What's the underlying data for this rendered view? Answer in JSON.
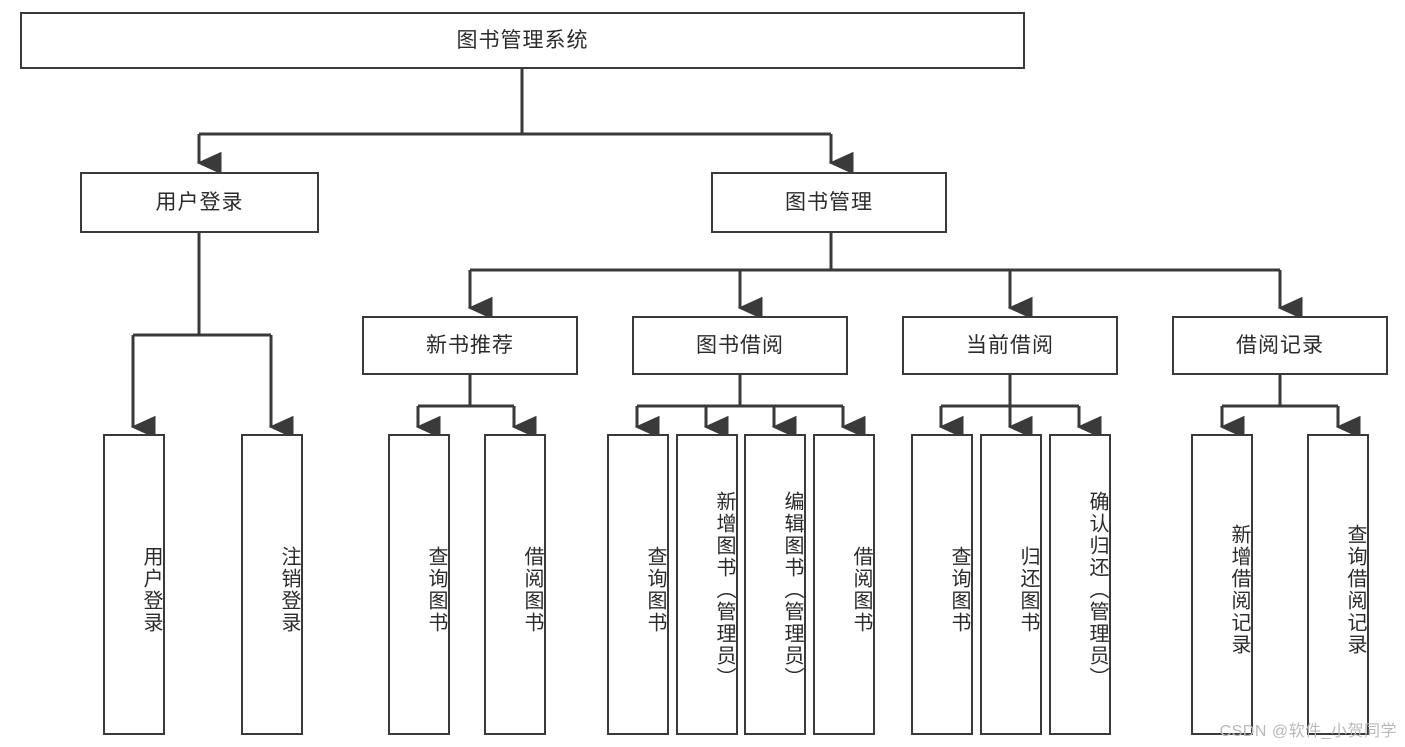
{
  "diagram": {
    "type": "tree",
    "title": "图书管理系统",
    "watermark": "CSDN @软件_小贺同学",
    "colors": {
      "background": "#ffffff",
      "node_border": "#3a3a3a",
      "node_fill": "#ffffff",
      "edge": "#3a3a3a",
      "text": "#2b2b2b",
      "watermark": "#b9b9b9"
    },
    "root": {
      "label": "图书管理系统",
      "orientation": "horizontal"
    },
    "level2": [
      {
        "label": "用户登录",
        "orientation": "horizontal"
      },
      {
        "label": "图书管理",
        "orientation": "horizontal"
      }
    ],
    "level3": [
      {
        "label": "新书推荐",
        "orientation": "horizontal"
      },
      {
        "label": "图书借阅",
        "orientation": "horizontal"
      },
      {
        "label": "当前借阅",
        "orientation": "horizontal"
      },
      {
        "label": "借阅记录",
        "orientation": "horizontal"
      }
    ],
    "leaves": {
      "user_login": [
        {
          "label": "用户登录",
          "orientation": "vertical"
        },
        {
          "label": "注销登录",
          "orientation": "vertical"
        }
      ],
      "new_book_recommend": [
        {
          "label": "查询图书",
          "orientation": "vertical"
        },
        {
          "label": "借阅图书",
          "orientation": "vertical"
        }
      ],
      "book_borrow": [
        {
          "label": "查询图书",
          "orientation": "vertical"
        },
        {
          "label": "新增图书（管理员）",
          "orientation": "vertical"
        },
        {
          "label": "编辑图书（管理员）",
          "orientation": "vertical"
        },
        {
          "label": "借阅图书",
          "orientation": "vertical"
        }
      ],
      "current_borrow": [
        {
          "label": "查询图书",
          "orientation": "vertical"
        },
        {
          "label": "归还图书",
          "orientation": "vertical"
        },
        {
          "label": "确认归还（管理员）",
          "orientation": "vertical"
        }
      ],
      "borrow_record": [
        {
          "label": "新增借阅记录",
          "orientation": "vertical"
        },
        {
          "label": "查询借阅记录",
          "orientation": "vertical"
        }
      ]
    }
  }
}
